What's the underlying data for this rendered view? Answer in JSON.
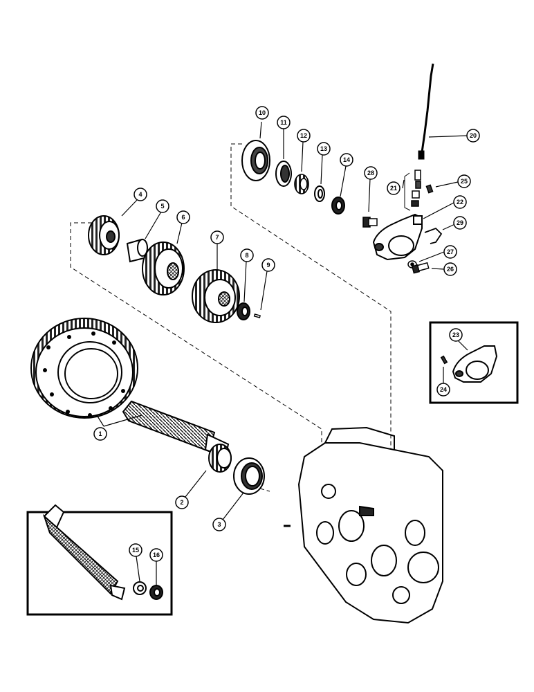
{
  "callouts": [
    {
      "id": "c1",
      "label": "1"
    },
    {
      "id": "c2",
      "label": "2"
    },
    {
      "id": "c3",
      "label": "3"
    },
    {
      "id": "c4",
      "label": "4"
    },
    {
      "id": "c5",
      "label": "5"
    },
    {
      "id": "c6",
      "label": "6"
    },
    {
      "id": "c7",
      "label": "7"
    },
    {
      "id": "c8",
      "label": "8"
    },
    {
      "id": "c9",
      "label": "9"
    },
    {
      "id": "c10",
      "label": "10"
    },
    {
      "id": "c11",
      "label": "11"
    },
    {
      "id": "c12",
      "label": "12"
    },
    {
      "id": "c13",
      "label": "13"
    },
    {
      "id": "c14",
      "label": "14"
    },
    {
      "id": "c15",
      "label": "15"
    },
    {
      "id": "c16",
      "label": "16"
    },
    {
      "id": "c20",
      "label": "20"
    },
    {
      "id": "c21",
      "label": "21"
    },
    {
      "id": "c22",
      "label": "22"
    },
    {
      "id": "c23",
      "label": "23"
    },
    {
      "id": "c24",
      "label": "24"
    },
    {
      "id": "c25",
      "label": "25"
    },
    {
      "id": "c26",
      "label": "26"
    },
    {
      "id": "c27",
      "label": "27"
    },
    {
      "id": "c28",
      "label": "28"
    },
    {
      "id": "c29",
      "label": "29"
    }
  ]
}
